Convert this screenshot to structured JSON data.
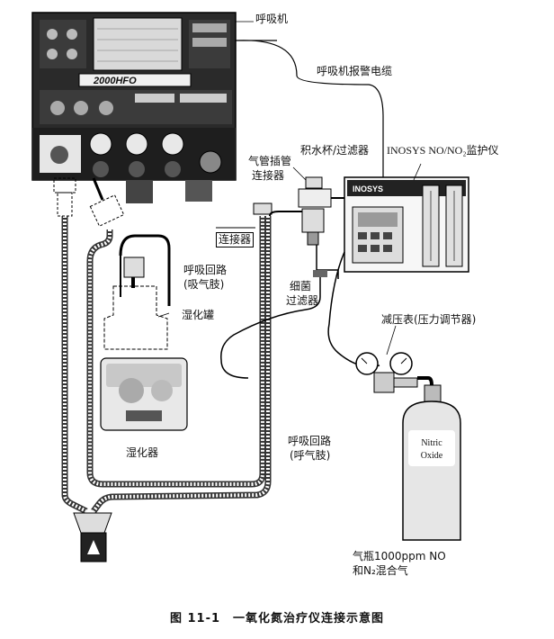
{
  "labels": {
    "ventilator": "呼吸机",
    "alarm_cable": "呼吸机报警电缆",
    "monitor": "INOSYS NO/NO₂监护仪",
    "trap_filter": "积水杯/过滤器",
    "ett_connector_1": "气管插管",
    "ett_connector_2": "连接器",
    "connector": "连接器",
    "insp_limb_1": "呼吸回路",
    "insp_limb_2": "(吸气肢)",
    "bacterial_filter_1": "细菌",
    "bacterial_filter_2": "过滤器",
    "humid_chamber": "湿化罐",
    "humidifier": "湿化器",
    "regulator": "减压表(压力调节器)",
    "exp_limb_1": "呼吸回路",
    "exp_limb_2": "(呼气肢)",
    "cylinder_1": "气瓶1000ppm NO",
    "cylinder_2": "和N₂混合气"
  },
  "device_text": {
    "ventilator_model": "2000HFO",
    "monitor_brand": "INOSYS",
    "cylinder_line1": "Nitric",
    "cylinder_line2": "Oxide"
  },
  "caption": "图 11-1　一氧化氮治疗仪连接示意图"
}
